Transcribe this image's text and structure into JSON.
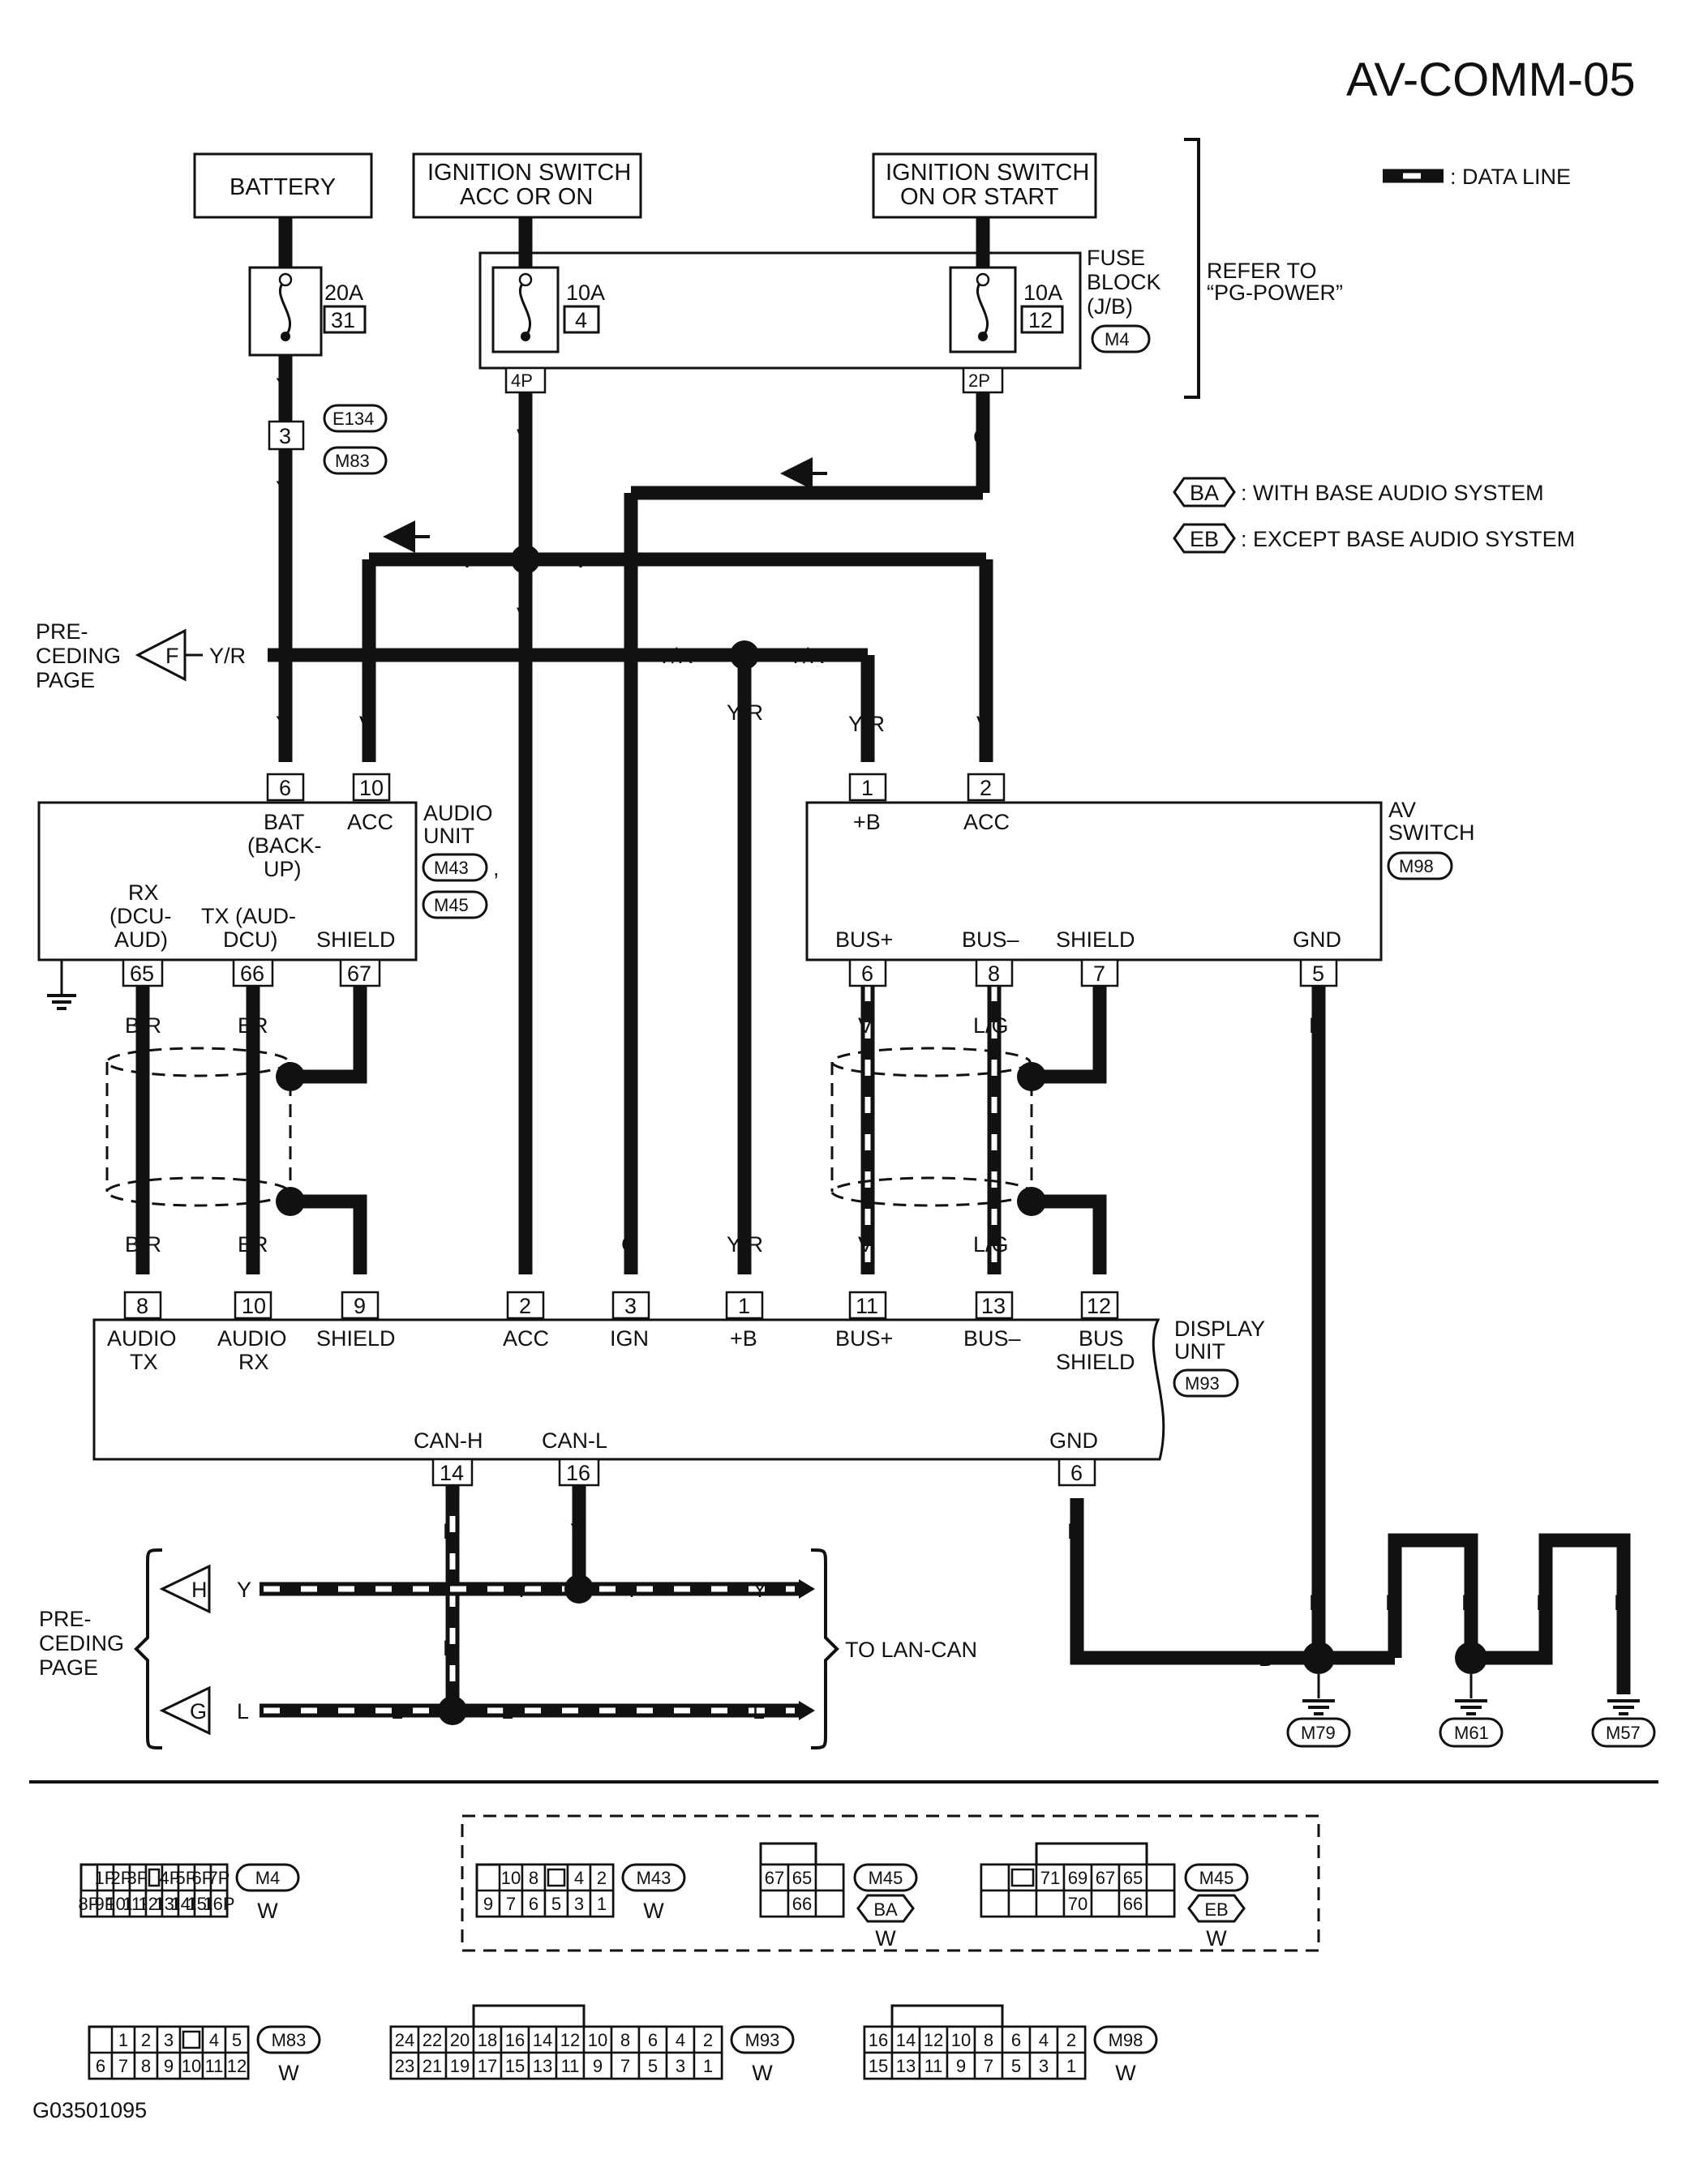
{
  "page_id": "AV-COMM-05",
  "figure_code": "G03501095",
  "legend": {
    "data_line": ": DATA LINE",
    "ba_code": "BA",
    "ba_text": ": WITH BASE AUDIO SYSTEM",
    "eb_code": "EB",
    "eb_text": ": EXCEPT BASE AUDIO SYSTEM"
  },
  "sources": {
    "battery": "BATTERY",
    "ign_acc_1": "IGNITION SWITCH",
    "ign_acc_2": "ACC OR ON",
    "ign_on_1": "IGNITION SWITCH",
    "ign_on_2": "ON OR START"
  },
  "fuses": {
    "f20_amp": "20A",
    "f20_no": "31",
    "f10a_amp": "10A",
    "f10a_no": "4",
    "f10b_amp": "10A",
    "f10b_no": "12"
  },
  "fuse_block": {
    "line1": "FUSE",
    "line2": "BLOCK",
    "line3": "(J/B)",
    "conn": "M4",
    "pin_a": "4P",
    "pin_b": "2P",
    "refer1": "REFER TO",
    "refer2": "“PG-POWER”"
  },
  "joint": {
    "pin": "3",
    "conn1": "E134",
    "conn2": "M83"
  },
  "audio_unit": {
    "name1": "AUDIO",
    "name2": "UNIT",
    "conn1": "M43",
    "comma": ",",
    "conn2": "M45",
    "p6": "6",
    "bat1": "BAT",
    "bat2": "(BACK-",
    "bat3": "UP)",
    "p10": "10",
    "acc": "ACC",
    "rx1": "RX",
    "rx2": "(DCU-",
    "rx3": "AUD)",
    "tx1": "TX (AUD-",
    "tx2": "DCU)",
    "shield": "SHIELD",
    "p65": "65",
    "p66": "66",
    "p67": "67"
  },
  "av_switch": {
    "name1": "AV",
    "name2": "SWITCH",
    "conn": "M98",
    "p1": "1",
    "plusb": "+B",
    "p2": "2",
    "acc": "ACC",
    "busp": "BUS+",
    "busm": "BUS–",
    "shield": "SHIELD",
    "gnd": "GND",
    "p6": "6",
    "p8": "8",
    "p7": "7",
    "p5": "5"
  },
  "display_unit": {
    "name1": "DISPLAY",
    "name2": "UNIT",
    "conn": "M93",
    "p8": "8",
    "audio_tx1": "AUDIO",
    "audio_tx2": "TX",
    "p10": "10",
    "audio_rx1": "AUDIO",
    "audio_rx2": "RX",
    "p9": "9",
    "shield": "SHIELD",
    "p2": "2",
    "acc": "ACC",
    "p3": "3",
    "ign": "IGN",
    "p1": "1",
    "plusb": "+B",
    "p11": "11",
    "busp": "BUS+",
    "p13": "13",
    "busm": "BUS–",
    "p12": "12",
    "bus_shield1": "BUS",
    "bus_shield2": "SHIELD",
    "canh": "CAN-H",
    "p14": "14",
    "canl": "CAN-L",
    "p16": "16",
    "gnd": "GND",
    "p6": "6"
  },
  "wires": {
    "y": "Y",
    "v": "V",
    "g": "G",
    "yr": "Y/R",
    "b": "B",
    "br_slash": "B/R",
    "br": "BR",
    "lg": "L/G",
    "l": "L"
  },
  "offpage": {
    "pre1": "PRE-",
    "pre2": "CEDING",
    "pre3": "PAGE",
    "f": "F",
    "h": "H",
    "g": "G",
    "to_lan": "TO LAN-CAN"
  },
  "grounds": {
    "m79": "M79",
    "m61": "M61",
    "m57": "M57"
  },
  "connectors": {
    "m4": {
      "name": "M4",
      "color": "W",
      "row1": [
        "1P",
        "2P",
        "3P",
        "",
        "4P",
        "5P",
        "6P",
        "7P"
      ],
      "row2": [
        "8P",
        "9P",
        "10P",
        "11P",
        "12P",
        "13P",
        "14P",
        "15P",
        "16P"
      ]
    },
    "m43": {
      "name": "M43",
      "color": "W",
      "row1": [
        "10",
        "8",
        "",
        "4",
        "2"
      ],
      "row2": [
        "9",
        "7",
        "6",
        "5",
        "3",
        "1"
      ]
    },
    "m45ba": {
      "name": "M45",
      "variant": "BA",
      "color": "W",
      "row1": [
        "67",
        "65",
        ""
      ],
      "row2": [
        "",
        "66",
        ""
      ]
    },
    "m45eb": {
      "name": "M45",
      "variant": "EB",
      "color": "W",
      "row1": [
        "",
        "",
        "71",
        "69",
        "67",
        "65",
        ""
      ],
      "row2": [
        "",
        "",
        "",
        "70",
        "",
        "66",
        ""
      ]
    },
    "m83": {
      "name": "M83",
      "color": "W",
      "row1": [
        "1",
        "2",
        "3",
        "",
        "4",
        "5"
      ],
      "row2": [
        "6",
        "7",
        "8",
        "9",
        "10",
        "11",
        "12"
      ]
    },
    "m93": {
      "name": "M93",
      "color": "W",
      "row1": [
        "24",
        "22",
        "20",
        "18",
        "16",
        "14",
        "12",
        "10",
        "8",
        "6",
        "4",
        "2"
      ],
      "row2": [
        "23",
        "21",
        "19",
        "17",
        "15",
        "13",
        "11",
        "9",
        "7",
        "5",
        "3",
        "1"
      ]
    },
    "m98": {
      "name": "M98",
      "color": "W",
      "row1": [
        "16",
        "14",
        "12",
        "10",
        "8",
        "6",
        "4",
        "2"
      ],
      "row2": [
        "15",
        "13",
        "11",
        "9",
        "7",
        "5",
        "3",
        "1"
      ]
    }
  }
}
